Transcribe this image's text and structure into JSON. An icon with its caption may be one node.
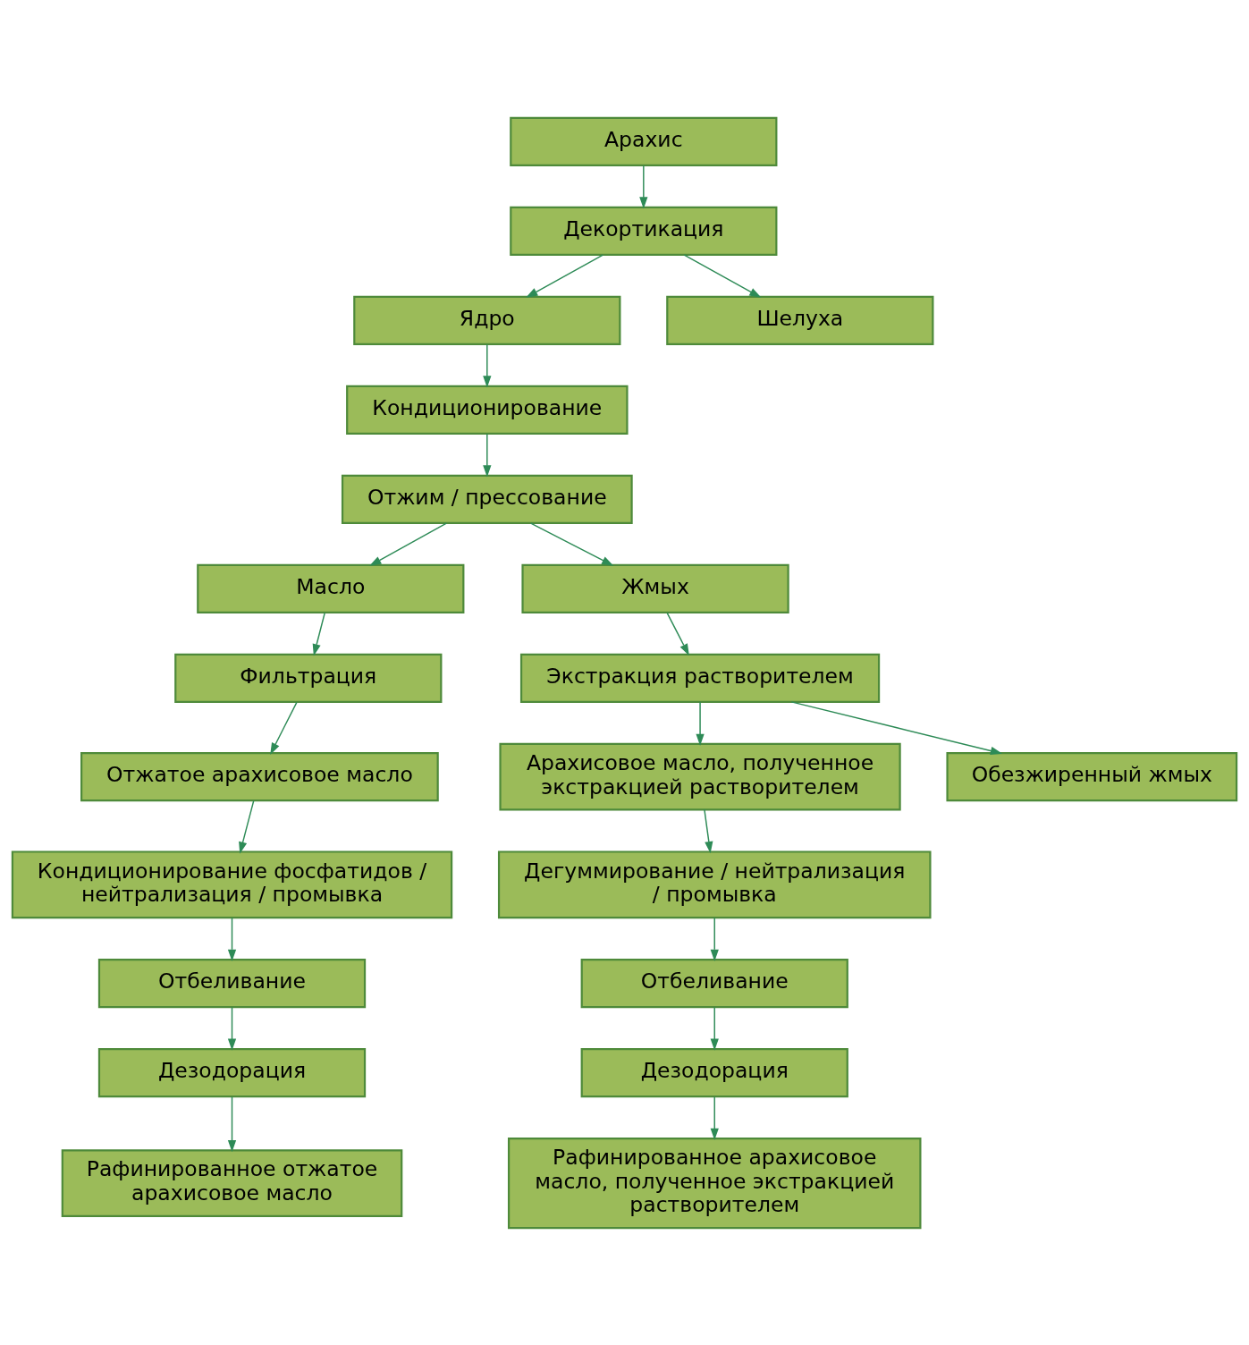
{
  "diagram": {
    "nodes": [
      {
        "text": [
          "Арахис"
        ]
      },
      {
        "text": [
          "Декортикация"
        ]
      },
      {
        "text": [
          "Ядро"
        ]
      },
      {
        "text": [
          "Шелуха"
        ]
      },
      {
        "text": [
          "Кондиционирование"
        ]
      },
      {
        "text": [
          "Отжим / прессование"
        ]
      },
      {
        "text": [
          "Масло"
        ]
      },
      {
        "text": [
          "Жмых"
        ]
      },
      {
        "text": [
          "Фильтрация"
        ]
      },
      {
        "text": [
          "Экстракция растворителем"
        ]
      },
      {
        "text": [
          "Отжатое арахисовое масло"
        ]
      },
      {
        "text": [
          "Арахисовое масло, полученное экстракцией растворителем"
        ]
      },
      {
        "text": [
          "Обезжиренный жмых"
        ]
      },
      {
        "text": [
          "Кондиционирование фосфатидов / нейтрализация / промывка"
        ]
      },
      {
        "text": [
          "Дегуммирование / нейтрализация / промывка"
        ]
      },
      {
        "text": [
          "Отбеливание"
        ]
      },
      {
        "text": [
          "Отбеливание"
        ]
      },
      {
        "text": [
          "Дезодорация"
        ]
      },
      {
        "text": [
          "Дезодорация"
        ]
      },
      {
        "text": [
          "Рафинированное отжатое арахисовое масло"
        ]
      },
      {
        "text": [
          "Рафинированное арахисовое масло, полученное экстракцией растворителем"
        ]
      }
    ],
    "edges": [
      {
        "from": 0,
        "to": 1,
        "arrow": "to"
      },
      {
        "from": 1,
        "to": 2,
        "arrow": "to"
      },
      {
        "from": 1,
        "to": 3,
        "arrow": "to"
      },
      {
        "from": 2,
        "to": 4,
        "arrow": "to"
      },
      {
        "from": 4,
        "to": 5,
        "arrow": "to"
      },
      {
        "from": 5,
        "to": 6,
        "arrow": "to"
      },
      {
        "from": 5,
        "to": 7,
        "arrow": "to"
      },
      {
        "from": 6,
        "to": 8,
        "arrow": "to"
      },
      {
        "from": 7,
        "to": 9,
        "arrow": "to"
      },
      {
        "from": 8,
        "to": 10,
        "arrow": "to"
      },
      {
        "from": 9,
        "to": 11,
        "arrow": "to"
      },
      {
        "from": 9,
        "to": 12,
        "arrow": "to"
      },
      {
        "from": 10,
        "to": 13,
        "arrow": "to"
      },
      {
        "from": 11,
        "to": 14,
        "arrow": "to"
      },
      {
        "from": 13,
        "to": 15,
        "arrow": "to"
      },
      {
        "from": 14,
        "to": 16,
        "arrow": "to"
      },
      {
        "from": 15,
        "to": 17,
        "arrow": "to"
      },
      {
        "from": 16,
        "to": 18,
        "arrow": "to"
      },
      {
        "from": 17,
        "to": 19,
        "arrow": "to"
      },
      {
        "from": 18,
        "to": 20,
        "arrow": "to"
      }
    ]
  }
}
